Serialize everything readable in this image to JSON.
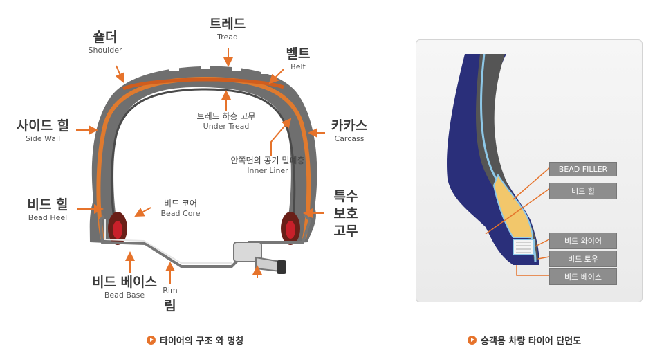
{
  "left_diagram": {
    "labels": {
      "tread": {
        "ko": "트레드",
        "en": "Tread"
      },
      "shoulder": {
        "ko": "숄더",
        "en": "Shoulder"
      },
      "belt": {
        "ko": "벨트",
        "en": "Belt"
      },
      "side_wall": {
        "ko": "사이드 힐",
        "en": "Side Wall"
      },
      "carcass": {
        "ko": "카카스",
        "en": "Carcass"
      },
      "under_tread": {
        "ko": "트레드 하층 고무",
        "en": "Under Tread"
      },
      "inner_liner": {
        "ko": "안쪽면의 공기 밀폐층",
        "en": "Inner Liner"
      },
      "bead_heel": {
        "ko": "비드 힐",
        "en": "Bead Heel"
      },
      "bead_core": {
        "ko": "비드 코어",
        "en": "Bead Core"
      },
      "special_rubber": {
        "ko1": "특수",
        "ko2": "보호",
        "ko3": "고무"
      },
      "bead_base": {
        "ko": "비드 베이스",
        "en": "Bead Base"
      },
      "rim": {
        "en": "Rim",
        "ko": "림"
      }
    },
    "caption": "타이어의 구조 와 명칭"
  },
  "right_diagram": {
    "tags": {
      "bead_filler": "BEAD FILLER",
      "bead_heel": "비드 힐",
      "bead_wire": "비드 와이어",
      "bead_toe": "비드 토우",
      "bead_base": "비드 베이스"
    },
    "caption": "승객용 차량 타이어 단면도"
  },
  "colors": {
    "arrow": "#e6732b",
    "tire_gray": "#6f6f6f",
    "orange_layer": "#e07a2e",
    "bead_red": "#c8202a",
    "navy": "#2a2f7a"
  }
}
